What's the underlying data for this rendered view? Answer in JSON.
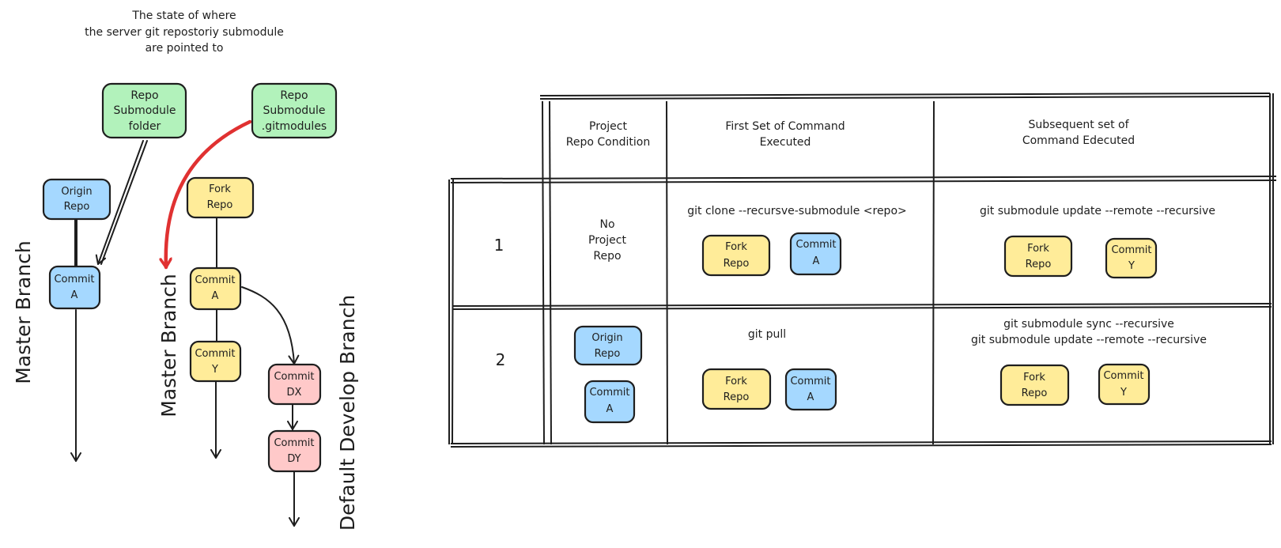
{
  "colors": {
    "green": "#b2f2bb",
    "blue": "#a5d8ff",
    "yellow": "#ffec99",
    "pink": "#ffc9c9",
    "red_arrow": "#e03131",
    "ink": "#1e1e1e"
  },
  "annotation": {
    "lines": [
      "The state of  where",
      "the server git repostoriy submodule",
      "are pointed to"
    ]
  },
  "nodes": {
    "submodule_folder": [
      "Repo",
      "Submodule",
      "folder"
    ],
    "submodule_gitmodules": [
      "Repo",
      "Submodule",
      ".gitmodules"
    ],
    "origin_repo": [
      "Origin",
      "Repo"
    ],
    "origin_commit_a": [
      "Commit",
      "A"
    ],
    "fork_repo": [
      "Fork",
      "Repo"
    ],
    "fork_commit_a": [
      "Commit",
      "A"
    ],
    "fork_commit_y": [
      "Commit",
      "Y"
    ],
    "commit_dx": [
      "Commit",
      "DX"
    ],
    "commit_dy": [
      "Commit",
      "DY"
    ]
  },
  "branch_labels": {
    "origin_master": "Master Branch",
    "fork_master": "Master Branch",
    "develop": "Default Develop Branch"
  },
  "table": {
    "headers": {
      "condition": [
        "Project",
        "Repo Condition"
      ],
      "first": [
        "First Set of Command",
        "Executed"
      ],
      "subsequent": [
        "Subsequent set of",
        "Command Edecuted"
      ]
    },
    "rows": [
      {
        "number": "1",
        "condition": [
          "No",
          "Project",
          "Repo"
        ],
        "first_command": [
          "git clone --recursve-submodule <repo>"
        ],
        "first_nodes": [
          [
            "Fork",
            "Repo"
          ],
          [
            "Commit",
            "A"
          ]
        ],
        "subsequent_command": [
          "git submodule update --remote --recursive"
        ],
        "subsequent_nodes": [
          [
            "Fork",
            "Repo"
          ],
          [
            "Commit",
            "Y"
          ]
        ]
      },
      {
        "number": "2",
        "condition_nodes": [
          [
            "Origin",
            "Repo"
          ],
          [
            "Commit",
            "A"
          ]
        ],
        "first_command": [
          "git pull"
        ],
        "first_nodes": [
          [
            "Fork",
            "Repo"
          ],
          [
            "Commit",
            "A"
          ]
        ],
        "subsequent_command": [
          "git submodule sync --recursive",
          "git submodule update --remote --recursive"
        ],
        "subsequent_nodes": [
          [
            "Fork",
            "Repo"
          ],
          [
            "Commit",
            "Y"
          ]
        ]
      }
    ]
  }
}
